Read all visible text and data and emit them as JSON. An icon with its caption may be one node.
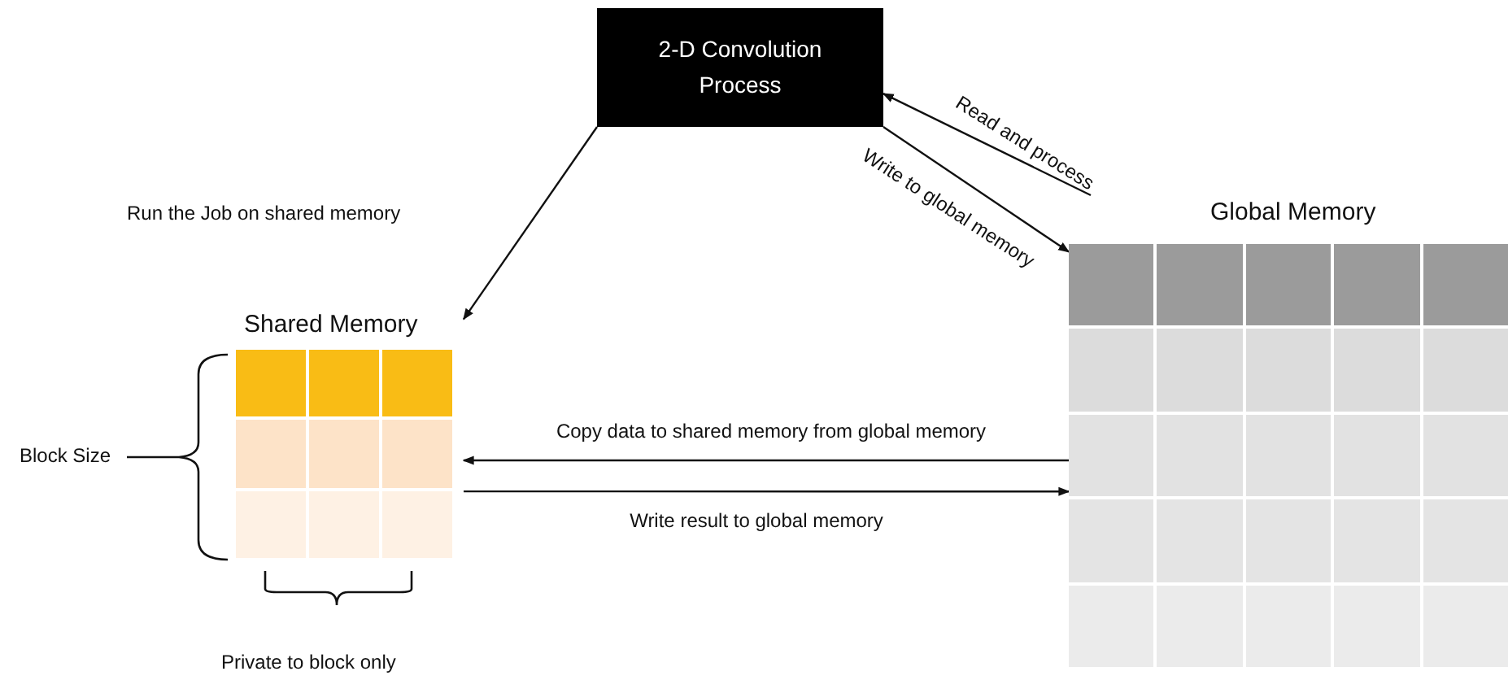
{
  "diagram": {
    "nodes": [
      {
        "text": [
          "2-D Convolution Process"
        ]
      },
      {
        "text": [
          "Shared Memory"
        ]
      },
      {
        "text": [
          "Global Memory"
        ]
      }
    ],
    "edges": [
      {
        "from": 0,
        "to": 1,
        "arrow": "to"
      },
      {
        "from": 2,
        "to": 0,
        "arrow": "to",
        "label": "Read and process"
      },
      {
        "from": 0,
        "to": 2,
        "arrow": "to",
        "label": "Write to global memory"
      },
      {
        "from": 2,
        "to": 1,
        "arrow": "to",
        "label": "Copy data to shared memory from global memory"
      },
      {
        "from": 1,
        "to": 2,
        "arrow": "to",
        "label": "Write result to global memory"
      }
    ],
    "labels": [
      "Run the Job on shared memory",
      "Block Size",
      "Private to block only"
    ]
  }
}
